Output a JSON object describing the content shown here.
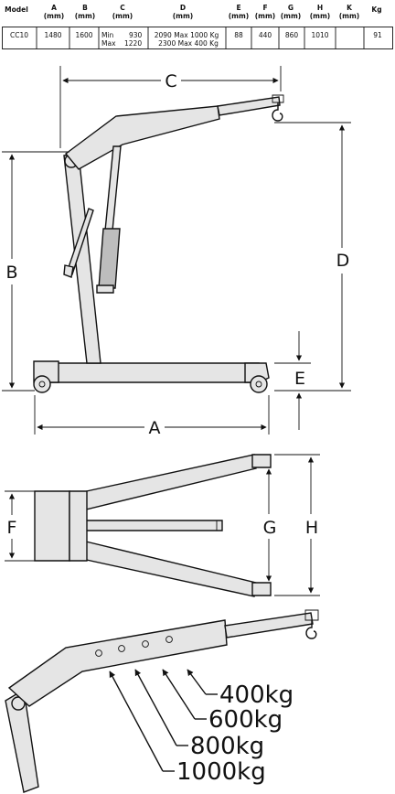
{
  "table": {
    "headers": [
      {
        "name": "Model",
        "unit": ""
      },
      {
        "name": "A",
        "unit": "(mm)"
      },
      {
        "name": "B",
        "unit": "(mm)"
      },
      {
        "name": "C",
        "unit": "(mm)"
      },
      {
        "name": "D",
        "unit": "(mm)"
      },
      {
        "name": "E",
        "unit": "(mm)"
      },
      {
        "name": "F",
        "unit": "(mm)"
      },
      {
        "name": "G",
        "unit": "(mm)"
      },
      {
        "name": "H",
        "unit": "(mm)"
      },
      {
        "name": "K",
        "unit": "(mm)"
      },
      {
        "name": "Kg",
        "unit": ""
      }
    ],
    "row": {
      "model": "CC10",
      "a": "1480",
      "b": "1600",
      "c_min_label": "Min",
      "c_min": "930",
      "c_max_label": "Max",
      "c_max": "1220",
      "d_line1": "2090 Max 1000 Kg",
      "d_line2": "2300 Max 400 Kg",
      "e": "88",
      "f": "440",
      "g": "860",
      "h": "1010",
      "k": "",
      "kg": "91"
    }
  },
  "dimensions": {
    "a": "A",
    "b": "B",
    "c": "C",
    "d": "D",
    "e": "E",
    "f": "F",
    "g": "G",
    "h": "H"
  },
  "capacities": [
    "400kg",
    "600kg",
    "800kg",
    "1000kg"
  ]
}
